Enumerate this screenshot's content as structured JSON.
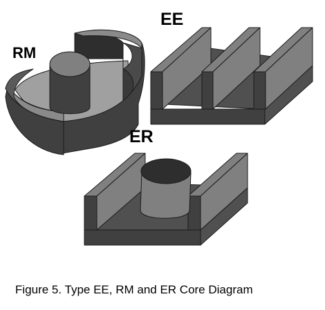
{
  "labels": {
    "rm": "RM",
    "ee": "EE",
    "er": "ER"
  },
  "caption": "Figure 5. Type EE, RM and ER Core Diagram",
  "colors": {
    "background": "#ffffff",
    "dark_face": "#404040",
    "medium_face": "#808080",
    "light_face": "#a0a0a0",
    "darkest_face": "#2e2e2e",
    "outline": "#1a1a1a"
  }
}
